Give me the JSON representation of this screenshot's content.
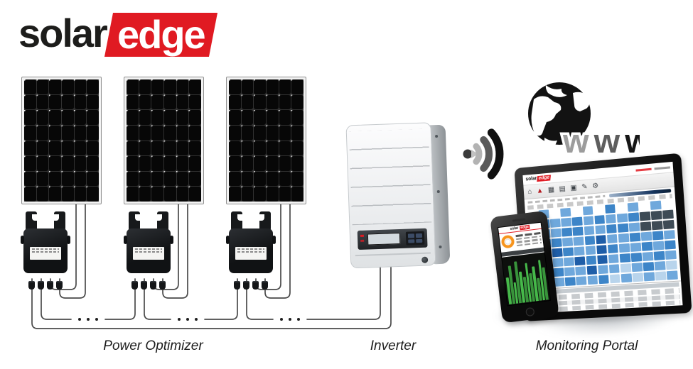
{
  "logo": {
    "solar": "solar",
    "edge": "edge"
  },
  "captions": {
    "power_optimizer": "Power Optimizer",
    "inverter": "Inverter",
    "monitoring_portal": "Monitoring Portal"
  },
  "www": {
    "w1": "w",
    "w2": "w",
    "w3": "w"
  },
  "colors": {
    "brand_red": "#e01a22",
    "wire": "#4a4a4a",
    "panel_cell": "#070707",
    "wifi_light": "#b3b3b3",
    "wifi_mid": "#5a5a5a",
    "wifi_dark": "#101010",
    "globe": "#121212",
    "www_gray": "#9c9c9c",
    "www_mid": "#5e5e5e",
    "www_dark": "#161616",
    "portal_blue_1": "#b8d4ec",
    "portal_blue_2": "#6fa8dc",
    "portal_blue_3": "#3d85c8",
    "portal_blue_4": "#1f5ea8",
    "portal_dark_block": "#3e4b55",
    "phone_bar_green": "#46b94a",
    "gauge_orange": "#f7941d"
  },
  "solar_array": {
    "panel_count": 3,
    "cell_cols": 6,
    "cell_rows": 8
  },
  "optimizer": {
    "count": 3,
    "connectors_per_unit": 4
  },
  "portal_screen": {
    "toolbar_icons": [
      {
        "name": "home-icon",
        "glyph": "⌂"
      },
      {
        "name": "alert-icon",
        "glyph": "▲"
      },
      {
        "name": "layout-icon",
        "glyph": "▦"
      },
      {
        "name": "chart-icon",
        "glyph": "▤"
      },
      {
        "name": "reports-icon",
        "glyph": "▣"
      },
      {
        "name": "edit-icon",
        "glyph": "✎"
      },
      {
        "name": "settings-icon",
        "glyph": "⚙"
      }
    ],
    "layout_grid": {
      "cols": 13,
      "rows": 8,
      "pattern": [
        ".2.2.2.3.2.2.",
        "2322323223DDD",
        "3223322332DDD",
        "2332234223232",
        "3243224322323",
        "2322434233232",
        "1232242212321",
        "2123223121212"
      ]
    }
  },
  "phone_screen": {
    "stat_line_count": 4,
    "chart_bars": [
      58,
      82,
      46,
      90,
      66,
      55,
      84,
      60,
      74,
      48,
      86,
      70
    ]
  }
}
